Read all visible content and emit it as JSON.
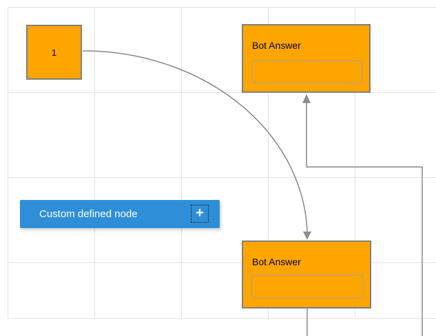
{
  "diagram": {
    "colors": {
      "node_fill_orange": "#FFA500",
      "node_border_gray": "#7F7F7F",
      "inner_field_border": "#A3A3A3",
      "custom_node_blue": "#2E8FD8",
      "connector_gray": "#9A9A9A",
      "grid_line": "#E2E2E2"
    },
    "nodes": {
      "number_node": {
        "label": "1"
      },
      "bot_answer_top": {
        "title": "Bot Answer",
        "field_value": ""
      },
      "bot_answer_bottom": {
        "title": "Bot Answer",
        "field_value": ""
      },
      "custom_defined": {
        "label": "Custom defined node",
        "add_icon": "+"
      }
    }
  }
}
